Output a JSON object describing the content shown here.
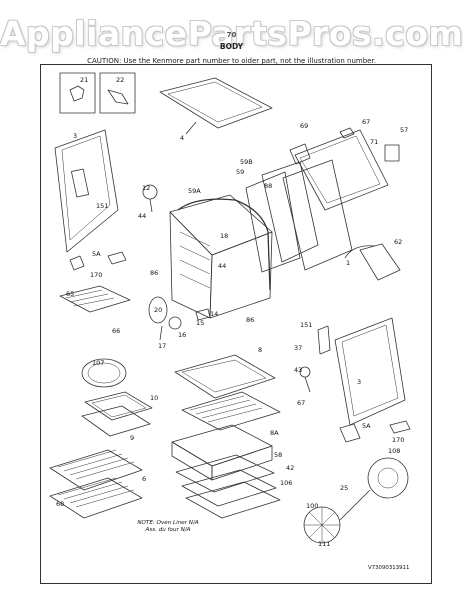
{
  "watermark": "AppliancePartsPros.com",
  "header": {
    "section_number": "70",
    "title": "BODY",
    "caution_before": "CAUTION: Use the Kenmore part number to oider ",
    "caution_part_word": "part",
    "caution_after": ", not the illustration number."
  },
  "callouts": [
    "21",
    "22",
    "4",
    "69",
    "67",
    "57",
    "3",
    "71",
    "59B",
    "151",
    "12",
    "59",
    "88",
    "59A",
    "5A",
    "44",
    "18",
    "62",
    "170",
    "86",
    "44",
    "1",
    "65",
    "20",
    "14",
    "66",
    "15",
    "86",
    "17",
    "16",
    "151",
    "37",
    "8",
    "107",
    "43",
    "3",
    "10",
    "67",
    "9",
    "8A",
    "5A",
    "170",
    "108",
    "58",
    "6",
    "42",
    "25",
    "106",
    "68",
    "100",
    "111"
  ],
  "note": {
    "line1": "NOTE: Oven Liner N/A",
    "line2": "Ass. du four N/A"
  },
  "diagram_code": "V73090313911"
}
